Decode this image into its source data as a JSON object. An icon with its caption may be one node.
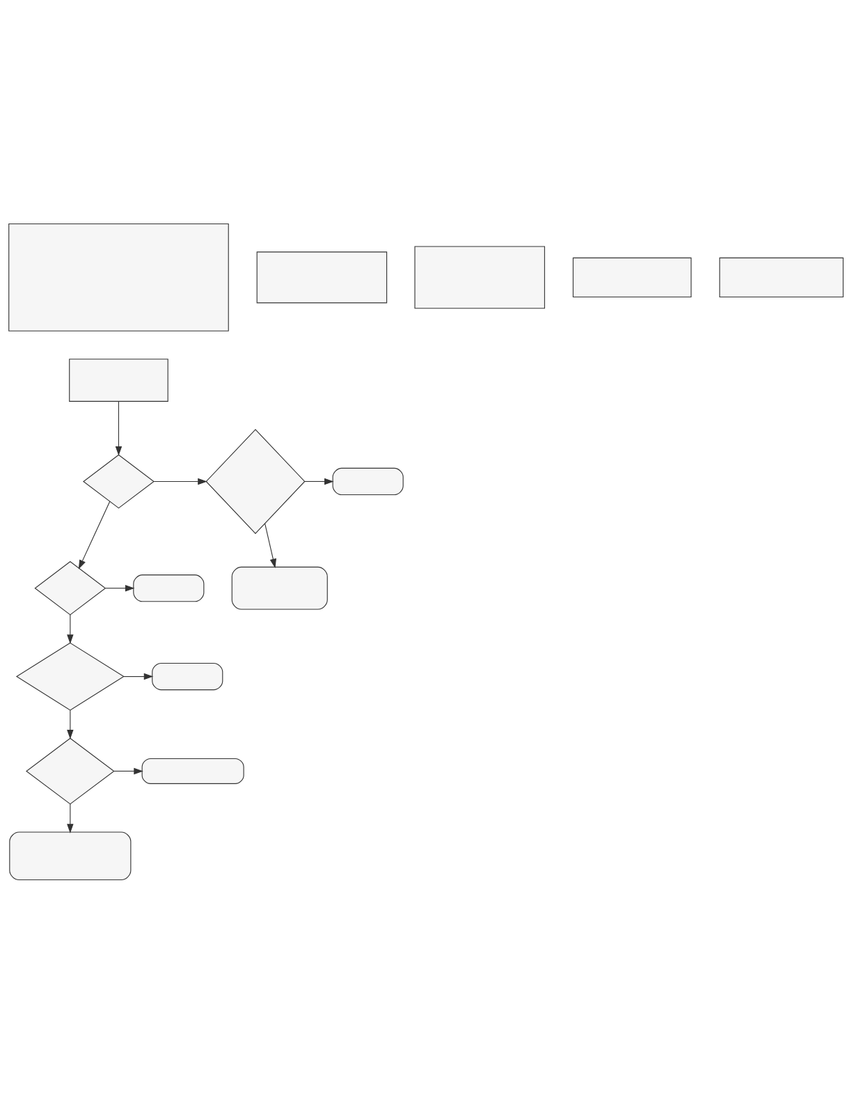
{
  "diagram": {
    "nodes": [
      {
        "text": [],
        "shape": "box"
      },
      {
        "text": [],
        "shape": "box"
      },
      {
        "text": [],
        "shape": "box"
      },
      {
        "text": [],
        "shape": "box"
      },
      {
        "text": [],
        "shape": "box"
      },
      {
        "text": [],
        "shape": "box"
      },
      {
        "text": [],
        "shape": "diamond"
      },
      {
        "text": [],
        "shape": "diamond"
      },
      {
        "text": [],
        "shape": "stadium"
      },
      {
        "text": [],
        "shape": "diamond"
      },
      {
        "text": [],
        "shape": "stadium"
      },
      {
        "text": [],
        "shape": "stadium"
      },
      {
        "text": [],
        "shape": "diamond"
      },
      {
        "text": [],
        "shape": "stadium"
      },
      {
        "text": [],
        "shape": "diamond"
      },
      {
        "text": [],
        "shape": "stadium"
      },
      {
        "text": [],
        "shape": "stadium"
      }
    ],
    "edges": [
      {
        "from": 4,
        "to": 6,
        "arrow": "to"
      },
      {
        "from": 6,
        "to": 7,
        "arrow": "to"
      },
      {
        "from": 7,
        "to": 8,
        "arrow": "to"
      },
      {
        "from": 7,
        "to": 11,
        "arrow": "to"
      },
      {
        "from": 6,
        "to": 9,
        "arrow": "to"
      },
      {
        "from": 9,
        "to": 10,
        "arrow": "to"
      },
      {
        "from": 9,
        "to": 12,
        "arrow": "to"
      },
      {
        "from": 12,
        "to": 13,
        "arrow": "to"
      },
      {
        "from": 12,
        "to": 14,
        "arrow": "to"
      },
      {
        "from": 14,
        "to": 15,
        "arrow": "to"
      },
      {
        "from": 14,
        "to": 16,
        "arrow": "to"
      }
    ]
  }
}
